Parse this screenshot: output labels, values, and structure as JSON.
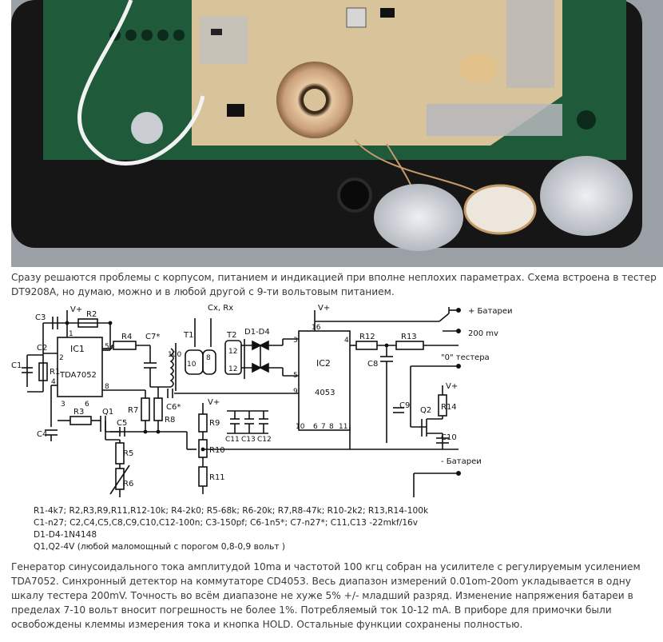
{
  "intro_text": "Сразу решаются проблемы с корпусом, питанием и индикацией при вполне неплохих параметрах. Схема встроена в тестер DT9208A, но думаю, можно и в любой другой с 9-ти вольтовым питанием.",
  "schematic": {
    "vplus": "V+",
    "cx_rx": "Cx, Rx",
    "ic1": {
      "name": "IC1",
      "part": "TDA7052",
      "pins": [
        "1",
        "2",
        "4",
        "5",
        "8",
        "3",
        "6"
      ]
    },
    "ic2": {
      "name": "IC2",
      "part": "4053",
      "pins": [
        "16",
        "3",
        "4",
        "5",
        "9",
        "10",
        "6",
        "7",
        "8",
        "11"
      ]
    },
    "t1_label": "T1",
    "t1_top": "100",
    "t1_left": "10",
    "t1_right": "8",
    "t2_label": "T2",
    "t2_a": "12",
    "t2_b": "12",
    "diodes": "D1-D4",
    "parts": {
      "c1": "C1",
      "c2": "C2",
      "c3": "C3",
      "c4": "C4",
      "c5": "C5",
      "c6": "C6*",
      "c7": "C7*",
      "c8": "C8",
      "c9": "C9",
      "c10": "C10",
      "c11": "C11",
      "c12": "C12",
      "c13": "C13",
      "r1": "R1",
      "r2": "R2",
      "r3": "R3",
      "r4": "R4",
      "r5": "R5",
      "r6": "R6",
      "r7": "R7",
      "r8": "R8",
      "r9": "R9",
      "r10": "R10",
      "r11": "R11",
      "r12": "R12",
      "r13": "R13",
      "r14": "R14",
      "q1": "Q1",
      "q2": "Q2"
    },
    "bat_plus": "+ Батареи",
    "range": "200 mv",
    "zero_line1": "\"0\" тестера",
    "bat_minus": "- Батареи",
    "bom": [
      "R1-4k7; R2,R3,R9,R11,R12-10k; R4-2k0; R5-68k; R6-20k; R7,R8-47k; R10-2k2; R13,R14-100k",
      "C1-n27; C2,C4,C5,C8,C9,C10,C12-100n; C3-150pf; C6-1n5*; C7-n27*; C11,C13 -22mkf/16v",
      "D1-D4-1N4148",
      "Q1,Q2-4V (любой маломощный с порогом 0,8-0,9 вольт )"
    ]
  },
  "outro_text": "Генератор синусоидального тока амплитудой 10ma и частотой 100 кгц собран на усилителе с регулируемым усилением TDA7052. Синхронный детектор на коммутаторе CD4053. Весь диапазон измерений 0.01om-20om укладывается в одну шкалу тестера 200mV. Точность во всём диапазоне не хуже 5% +/- младший разряд. Изменение напряжения батареи в пределах 7-10 вольт вносит погрешность не более 1%. Потребляемый ток 10-12 mA. В приборе для примочки были освобождены клеммы измерения тока и кнопка HOLD. Остальные функции сохранены полностью.",
  "colors": {
    "pcb_green": "#1f5a3a",
    "board": "#d8c39a",
    "case": "#151515",
    "foam": "#d5d8dc",
    "text": "#3a3a3a"
  }
}
